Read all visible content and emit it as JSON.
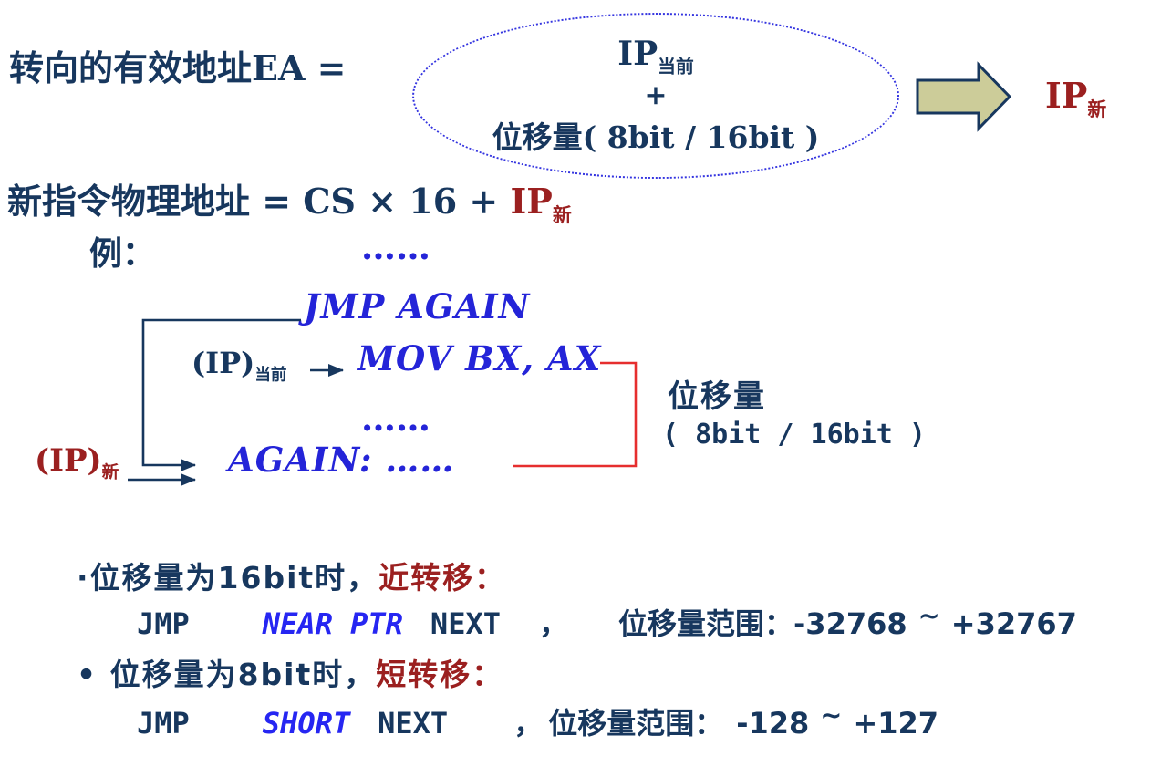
{
  "colors": {
    "navy": "#17375E",
    "code_blue": "#2424D8",
    "keyword_blue": "#2626F2",
    "dark_red": "#9B2020",
    "bracket_red": "#E62E2E",
    "ellipse_border_blue": "#3434E0",
    "block_arrow_fill": "#CCCC99"
  },
  "header": {
    "ea_formula": "转向的有效地址EA =",
    "ellipse": {
      "ip_base": "IP",
      "ip_sub": "当前",
      "plus": "+",
      "displacement": "位移量( 8bit / 16bit )"
    },
    "result_ip_base": "IP",
    "result_ip_sub": "新"
  },
  "physical_address": {
    "formula_prefix": "新指令物理地址 = CS × 16 + ",
    "ip_base": "IP",
    "ip_sub": "新"
  },
  "example": {
    "label": "例：",
    "dots_top": "……",
    "jmp_line": "JMP  AGAIN",
    "ip_current_base": "(IP)",
    "ip_current_sub": "当前",
    "mov_line": "MOV  BX, AX",
    "dots_mid": "……",
    "again_line": "AGAIN: ……",
    "ip_new_base": "(IP)",
    "ip_new_sub": "新",
    "displacement_label": "位移量",
    "displacement_range": "( 8bit / 16bit )"
  },
  "notes": {
    "near": {
      "bullet_lead": "·位移量为16bit时，",
      "emphasis": "近转移：",
      "mnemonic": "JMP",
      "keyword": "NEAR PTR",
      "operand": "NEXT",
      "comma": "，",
      "range_label": "位移量范围：",
      "range_from": "-32768",
      "tilde": "~",
      "range_to": "+32767"
    },
    "short": {
      "bullet_lead": "• 位移量为8bit时，",
      "emphasis": "短转移：",
      "mnemonic": "JMP",
      "keyword": "SHORT",
      "operand": "NEXT",
      "comma": "，",
      "range_label": "位移量范围：",
      "range_from": "-128",
      "tilde": "~",
      "range_to": "+127"
    }
  }
}
